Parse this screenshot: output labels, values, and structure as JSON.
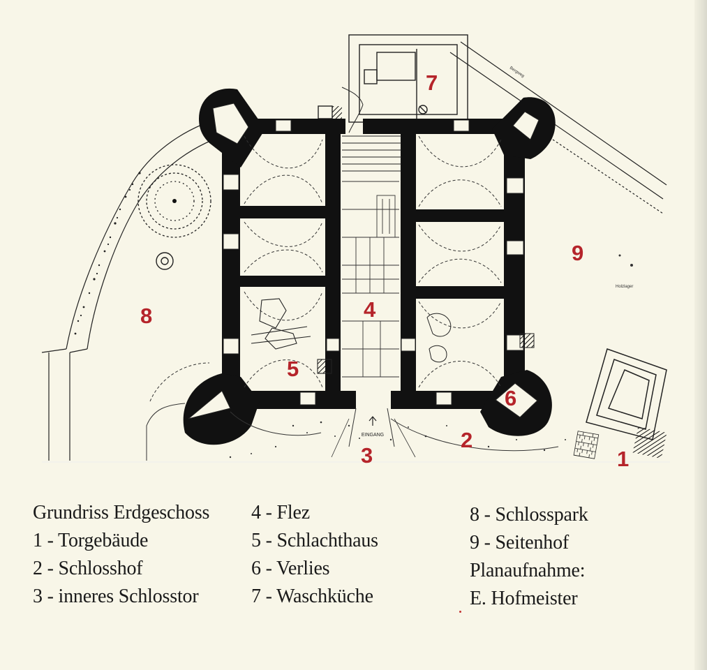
{
  "colors": {
    "paper": "#f8f6e8",
    "ink": "#111111",
    "room_number": "#b5242a",
    "caption_text": "#1a1a1a"
  },
  "plan": {
    "gate_label": "EINGANG",
    "shed_label": "Holzlager",
    "path_label": "Bergweg",
    "numbers": {
      "n1": "1",
      "n2": "2",
      "n3": "3",
      "n4": "4",
      "n5": "5",
      "n6": "6",
      "n7": "7",
      "n8": "8",
      "n9": "9"
    }
  },
  "legend": {
    "column1": [
      "Grundriss Erdgeschoss",
      "1 - Torgebäude",
      "2 - Schlosshof",
      "3 - inneres Schlosstor"
    ],
    "column2": [
      "4 - Flez",
      "5 - Schlachthaus",
      "6 - Verlies",
      "7 - Waschküche"
    ],
    "column3": [
      "8 - Schlosspark",
      "9 - Seitenhof",
      "Planaufnahme:",
      "E. Hofmeister"
    ]
  }
}
